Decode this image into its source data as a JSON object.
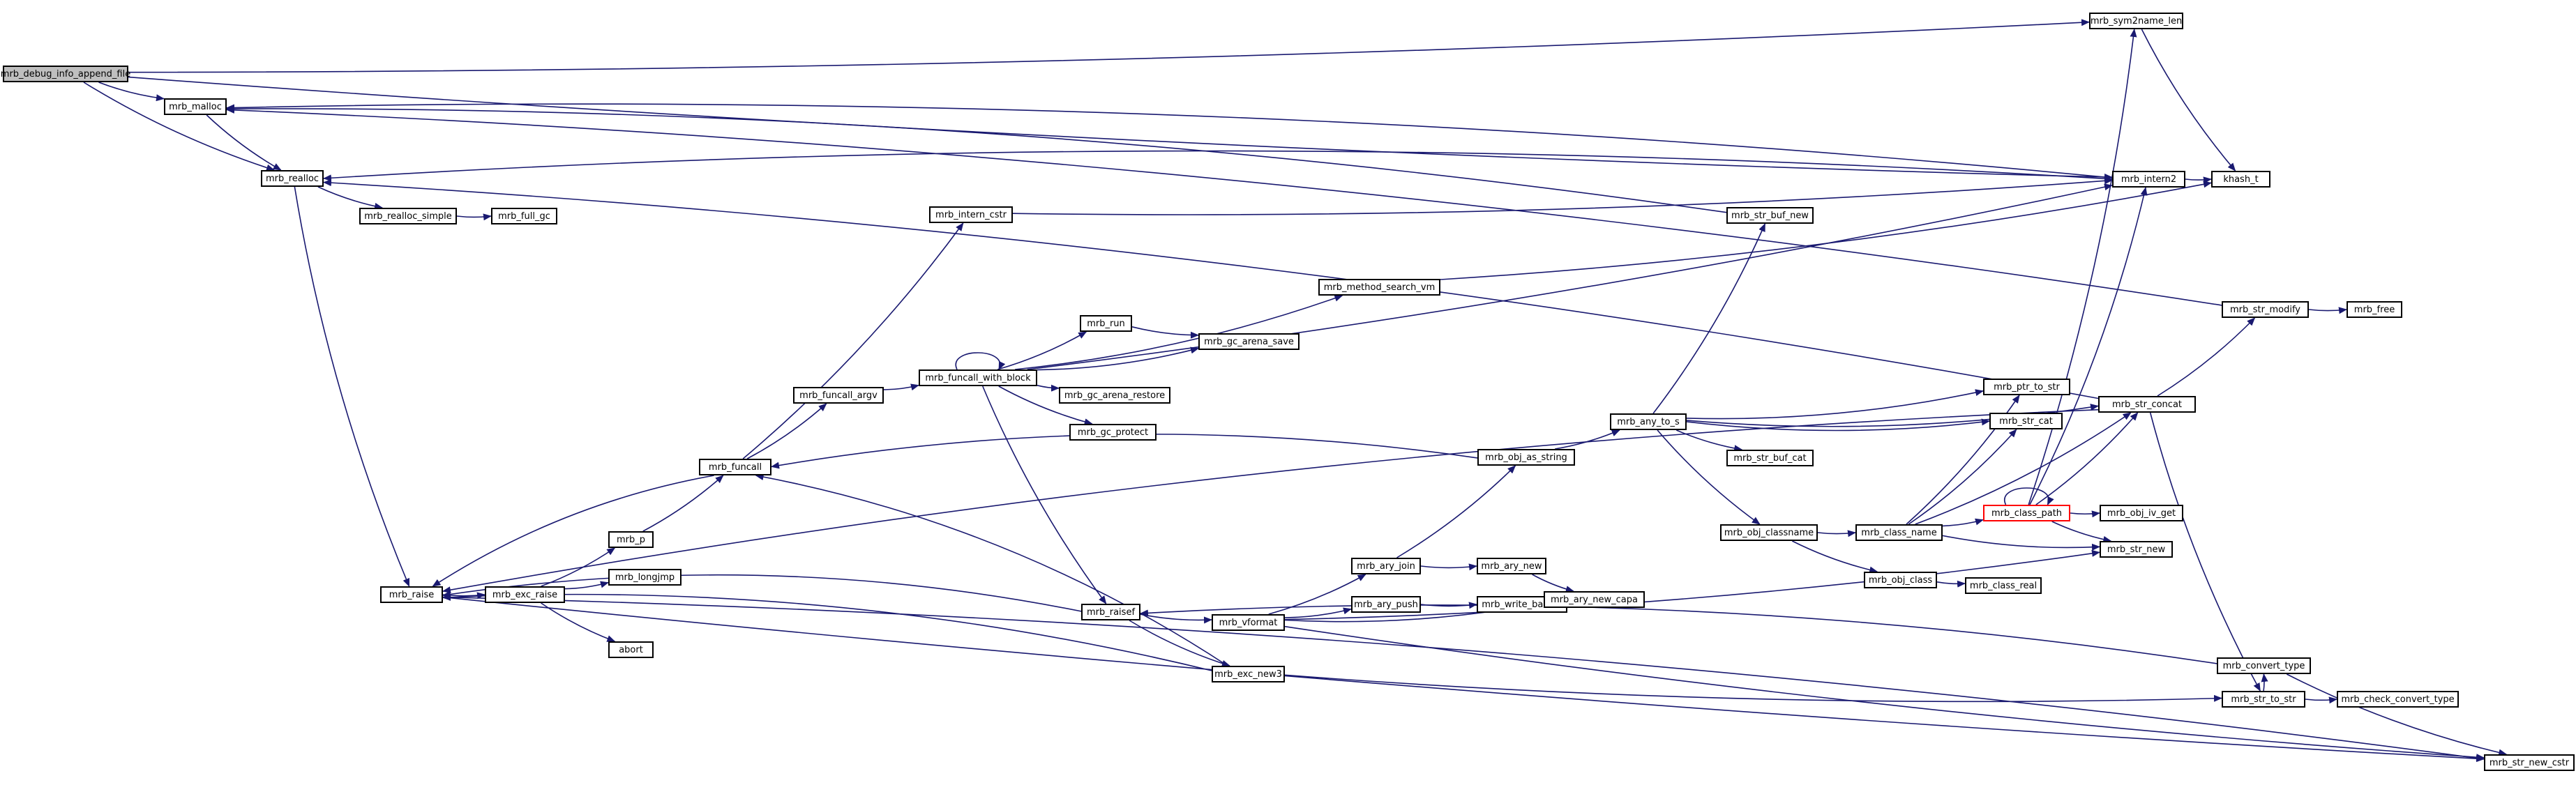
{
  "diagram": {
    "edge_color": "#191970",
    "root_fill": "#bfbfbf",
    "truncated_border": "#ff0000",
    "nodes": [
      {
        "id": "root",
        "label": "mrb_debug_info_append_file",
        "root": true
      },
      {
        "id": "malloc",
        "label": "mrb_malloc"
      },
      {
        "id": "realloc",
        "label": "mrb_realloc"
      },
      {
        "id": "realloc_simple",
        "label": "mrb_realloc_simple"
      },
      {
        "id": "full_gc",
        "label": "mrb_full_gc"
      },
      {
        "id": "raise",
        "label": "mrb_raise"
      },
      {
        "id": "exc_raise",
        "label": "mrb_exc_raise"
      },
      {
        "id": "p",
        "label": "mrb_p"
      },
      {
        "id": "longjmp",
        "label": "mrb_longjmp"
      },
      {
        "id": "abort",
        "label": "abort"
      },
      {
        "id": "funcall",
        "label": "mrb_funcall"
      },
      {
        "id": "intern_cstr",
        "label": "mrb_intern_cstr"
      },
      {
        "id": "funcall_argv",
        "label": "mrb_funcall_argv"
      },
      {
        "id": "funcall_with_block",
        "label": "mrb_funcall_with_block"
      },
      {
        "id": "run",
        "label": "mrb_run"
      },
      {
        "id": "gc_arena_save",
        "label": "mrb_gc_arena_save"
      },
      {
        "id": "gc_arena_restore",
        "label": "mrb_gc_arena_restore"
      },
      {
        "id": "gc_protect",
        "label": "mrb_gc_protect"
      },
      {
        "id": "method_search_vm",
        "label": "mrb_method_search_vm"
      },
      {
        "id": "raisef",
        "label": "mrb_raisef"
      },
      {
        "id": "vformat",
        "label": "mrb_vformat"
      },
      {
        "id": "exc_new3",
        "label": "mrb_exc_new3"
      },
      {
        "id": "ary_join",
        "label": "mrb_ary_join"
      },
      {
        "id": "ary_new",
        "label": "mrb_ary_new"
      },
      {
        "id": "ary_push",
        "label": "mrb_ary_push"
      },
      {
        "id": "write_barrier",
        "label": "mrb_write_barrier"
      },
      {
        "id": "ary_new_capa",
        "label": "mrb_ary_new_capa"
      },
      {
        "id": "obj_as_string",
        "label": "mrb_obj_as_string"
      },
      {
        "id": "any_to_s",
        "label": "mrb_any_to_s"
      },
      {
        "id": "str_buf_new",
        "label": "mrb_str_buf_new"
      },
      {
        "id": "str_buf_cat",
        "label": "mrb_str_buf_cat"
      },
      {
        "id": "obj_classname",
        "label": "mrb_obj_classname"
      },
      {
        "id": "class_name",
        "label": "mrb_class_name"
      },
      {
        "id": "obj_class",
        "label": "mrb_obj_class"
      },
      {
        "id": "class_real",
        "label": "mrb_class_real"
      },
      {
        "id": "sym2name_len",
        "label": "mrb_sym2name_len"
      },
      {
        "id": "intern2",
        "label": "mrb_intern2"
      },
      {
        "id": "khash_t",
        "label": "khash_t"
      },
      {
        "id": "str_modify",
        "label": "mrb_str_modify"
      },
      {
        "id": "free",
        "label": "mrb_free"
      },
      {
        "id": "str_concat",
        "label": "mrb_str_concat"
      },
      {
        "id": "ptr_to_str",
        "label": "mrb_ptr_to_str"
      },
      {
        "id": "str_cat",
        "label": "mrb_str_cat"
      },
      {
        "id": "class_path",
        "label": "mrb_class_path",
        "truncated": true
      },
      {
        "id": "obj_iv_get",
        "label": "mrb_obj_iv_get"
      },
      {
        "id": "str_new",
        "label": "mrb_str_new"
      },
      {
        "id": "convert_type",
        "label": "mrb_convert_type"
      },
      {
        "id": "str_to_str",
        "label": "mrb_str_to_str"
      },
      {
        "id": "check_convert_type",
        "label": "mrb_check_convert_type"
      },
      {
        "id": "str_new_cstr",
        "label": "mrb_str_new_cstr"
      }
    ],
    "edges": [
      [
        "root",
        "malloc"
      ],
      [
        "root",
        "realloc"
      ],
      [
        "root",
        "sym2name_len"
      ],
      [
        "root",
        "intern2"
      ],
      [
        "malloc",
        "realloc"
      ],
      [
        "realloc",
        "realloc_simple"
      ],
      [
        "realloc",
        "raise"
      ],
      [
        "realloc_simple",
        "full_gc"
      ],
      [
        "raise",
        "exc_raise"
      ],
      [
        "raise",
        "str_new_cstr"
      ],
      [
        "exc_raise",
        "p"
      ],
      [
        "exc_raise",
        "longjmp"
      ],
      [
        "exc_raise",
        "abort"
      ],
      [
        "p",
        "funcall"
      ],
      [
        "funcall",
        "raise"
      ],
      [
        "funcall",
        "intern_cstr"
      ],
      [
        "funcall",
        "funcall_argv"
      ],
      [
        "intern_cstr",
        "intern2"
      ],
      [
        "funcall_argv",
        "funcall_with_block"
      ],
      [
        "funcall_with_block",
        "funcall_with_block"
      ],
      [
        "funcall_with_block",
        "intern2"
      ],
      [
        "funcall_with_block",
        "method_search_vm"
      ],
      [
        "funcall_with_block",
        "run"
      ],
      [
        "funcall_with_block",
        "gc_arena_save"
      ],
      [
        "funcall_with_block",
        "gc_arena_restore"
      ],
      [
        "funcall_with_block",
        "gc_protect"
      ],
      [
        "funcall_with_block",
        "raisef"
      ],
      [
        "run",
        "gc_arena_save"
      ],
      [
        "method_search_vm",
        "khash_t"
      ],
      [
        "raisef",
        "raise"
      ],
      [
        "raisef",
        "exc_new3"
      ],
      [
        "raisef",
        "vformat"
      ],
      [
        "exc_new3",
        "raise"
      ],
      [
        "exc_new3",
        "funcall"
      ],
      [
        "exc_new3",
        "str_to_str"
      ],
      [
        "vformat",
        "ary_join"
      ],
      [
        "vformat",
        "ary_push"
      ],
      [
        "vformat",
        "ary_new_capa"
      ],
      [
        "vformat",
        "str_new"
      ],
      [
        "vformat",
        "str_new_cstr"
      ],
      [
        "ary_join",
        "obj_as_string"
      ],
      [
        "ary_join",
        "ary_new"
      ],
      [
        "ary_new",
        "ary_new_capa"
      ],
      [
        "ary_push",
        "write_barrier"
      ],
      [
        "obj_as_string",
        "funcall"
      ],
      [
        "obj_as_string",
        "any_to_s"
      ],
      [
        "any_to_s",
        "str_buf_new"
      ],
      [
        "any_to_s",
        "str_buf_cat"
      ],
      [
        "any_to_s",
        "obj_classname"
      ],
      [
        "any_to_s",
        "ptr_to_str"
      ],
      [
        "any_to_s",
        "str_cat"
      ],
      [
        "any_to_s",
        "str_concat"
      ],
      [
        "str_buf_new",
        "malloc"
      ],
      [
        "obj_classname",
        "class_name"
      ],
      [
        "obj_classname",
        "obj_class"
      ],
      [
        "obj_class",
        "class_real"
      ],
      [
        "class_name",
        "class_path"
      ],
      [
        "class_name",
        "str_new"
      ],
      [
        "class_name",
        "str_concat"
      ],
      [
        "class_name",
        "ptr_to_str"
      ],
      [
        "class_name",
        "str_cat"
      ],
      [
        "class_path",
        "class_path"
      ],
      [
        "class_path",
        "obj_iv_get"
      ],
      [
        "class_path",
        "str_new"
      ],
      [
        "class_path",
        "sym2name_len"
      ],
      [
        "class_path",
        "intern2"
      ],
      [
        "class_path",
        "str_concat"
      ],
      [
        "sym2name_len",
        "khash_t"
      ],
      [
        "intern2",
        "khash_t"
      ],
      [
        "intern2",
        "malloc"
      ],
      [
        "intern2",
        "realloc"
      ],
      [
        "str_concat",
        "str_modify"
      ],
      [
        "str_concat",
        "str_to_str"
      ],
      [
        "str_concat",
        "realloc"
      ],
      [
        "str_concat",
        "raise"
      ],
      [
        "str_modify",
        "free"
      ],
      [
        "str_modify",
        "malloc"
      ],
      [
        "str_to_str",
        "convert_type"
      ],
      [
        "str_to_str",
        "check_convert_type"
      ],
      [
        "convert_type",
        "raisef"
      ],
      [
        "convert_type",
        "str_new_cstr"
      ],
      [
        "str_new_cstr",
        "raise"
      ]
    ]
  }
}
